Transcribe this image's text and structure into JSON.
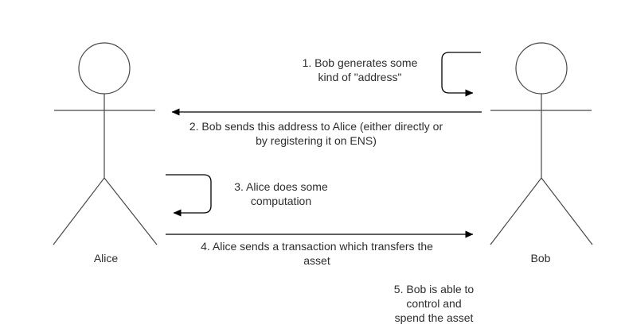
{
  "diagram": {
    "background": "#ffffff",
    "colors": {
      "figure_stroke": "#474747",
      "arrow_stroke": "#000000",
      "text": "#2d2d2d"
    },
    "actors": [
      {
        "id": "alice",
        "label": "Alice"
      },
      {
        "id": "bob",
        "label": "Bob"
      }
    ],
    "messages": [
      {
        "step": "1",
        "kind": "self-loop",
        "actor": "bob",
        "label": "1. Bob generates some\nkind of \"address\""
      },
      {
        "step": "2",
        "kind": "message",
        "from": "bob",
        "to": "alice",
        "label": "2. Bob sends this address to Alice (either directly or\nby registering it on ENS)"
      },
      {
        "step": "3",
        "kind": "self-loop",
        "actor": "alice",
        "label": "3. Alice does some\ncomputation"
      },
      {
        "step": "4",
        "kind": "message",
        "from": "alice",
        "to": "bob",
        "label": "4. Alice sends a transaction which transfers the\nasset"
      },
      {
        "step": "5",
        "kind": "note",
        "actor": "bob",
        "label": "5. Bob is able to\ncontrol and\nspend the asset"
      }
    ]
  }
}
